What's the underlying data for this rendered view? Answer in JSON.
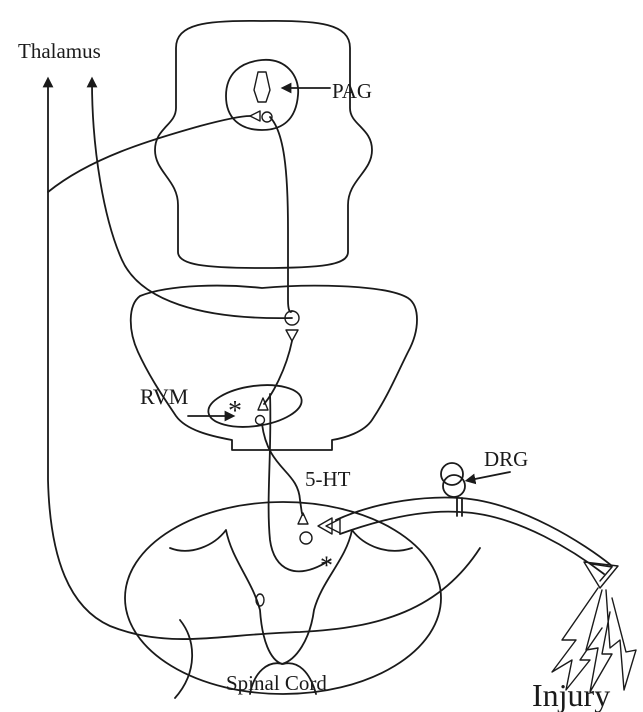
{
  "labels": {
    "thalamus": "Thalamus",
    "pag": "PAG",
    "rvm": "RVM",
    "five_ht": "5-HT",
    "drg": "DRG",
    "spinal_cord": "Spinal Cord",
    "injury": "Injury",
    "asterisk": "*"
  }
}
